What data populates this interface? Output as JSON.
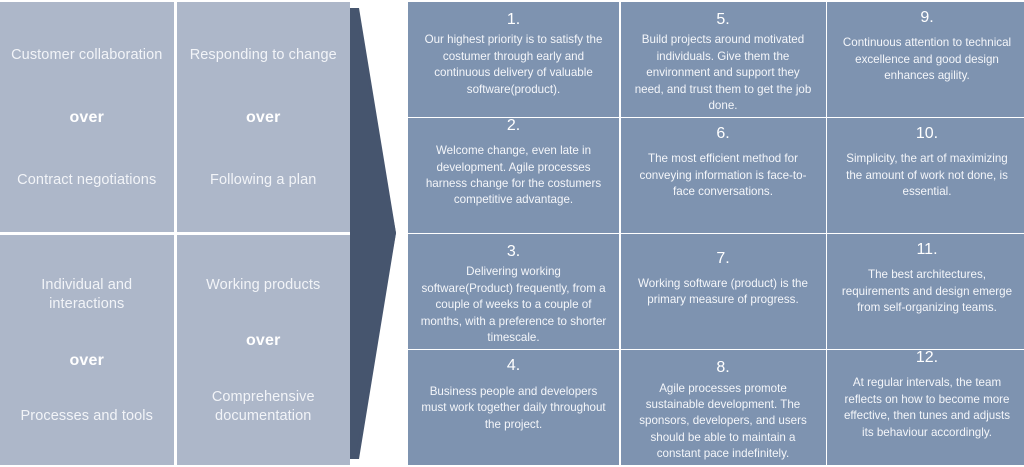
{
  "palette": {
    "values_cell_bg": "#adb7c9",
    "principles_cell_bg": "#7e93b0",
    "arrow_fill": "#46556e",
    "page_bg": "#ffffff",
    "text_color": "#ffffff"
  },
  "values": {
    "connector_label": "over",
    "items": [
      {
        "id": "customer-collaboration",
        "top": "Customer collaboration",
        "over": "over",
        "bottom": "Contract negotiations"
      },
      {
        "id": "responding-to-change",
        "top": "Responding to change",
        "over": "over",
        "bottom": "Following a plan"
      },
      {
        "id": "individuals-and-interactions",
        "top": "Individual and interactions",
        "over": "over",
        "bottom": "Processes and tools"
      },
      {
        "id": "working-products",
        "top": "Working products",
        "over": "over",
        "bottom": "Comprehensive documentation"
      }
    ]
  },
  "arrow": {
    "name": "chevron-right-arrow",
    "direction": "right",
    "fill": "#46556e"
  },
  "principles": [
    {
      "number": "1.",
      "text": "Our highest priority is to satisfy the costumer  through early and continuous delivery of valuable software(product)."
    },
    {
      "number": "5.",
      "text": "Build projects around motivated individuals. Give them the environment and support they need, and trust them to get the job done."
    },
    {
      "number": "9.",
      "text": "Continuous attention to technical excellence and good design enhances agility."
    },
    {
      "number": "2.",
      "text": "Welcome change, even late in development. Agile processes harness change for the costumers competitive advantage."
    },
    {
      "number": "6.",
      "text": "The most efficient method for conveying information is face-to-face conversations."
    },
    {
      "number": "10.",
      "text": "Simplicity, the art of maximizing the amount of work not done, is essential."
    },
    {
      "number": "3.",
      "text": "Delivering working software(Product) frequently, from a couple of weeks to a couple of months, with a preference to shorter timescale."
    },
    {
      "number": "7.",
      "text": "Working software (product) is the primary measure of progress."
    },
    {
      "number": "11.",
      "text": "The best architectures, requirements and design emerge from self-organizing teams."
    },
    {
      "number": "4.",
      "text": "Business people and developers must work together daily throughout the project."
    },
    {
      "number": "8.",
      "text": "Agile processes promote sustainable development. The sponsors, developers, and users should be able to maintain a constant pace indefinitely."
    },
    {
      "number": "12.",
      "text": "At regular intervals, the team reflects on how to become more effective, then tunes and adjusts its behaviour accordingly."
    }
  ]
}
